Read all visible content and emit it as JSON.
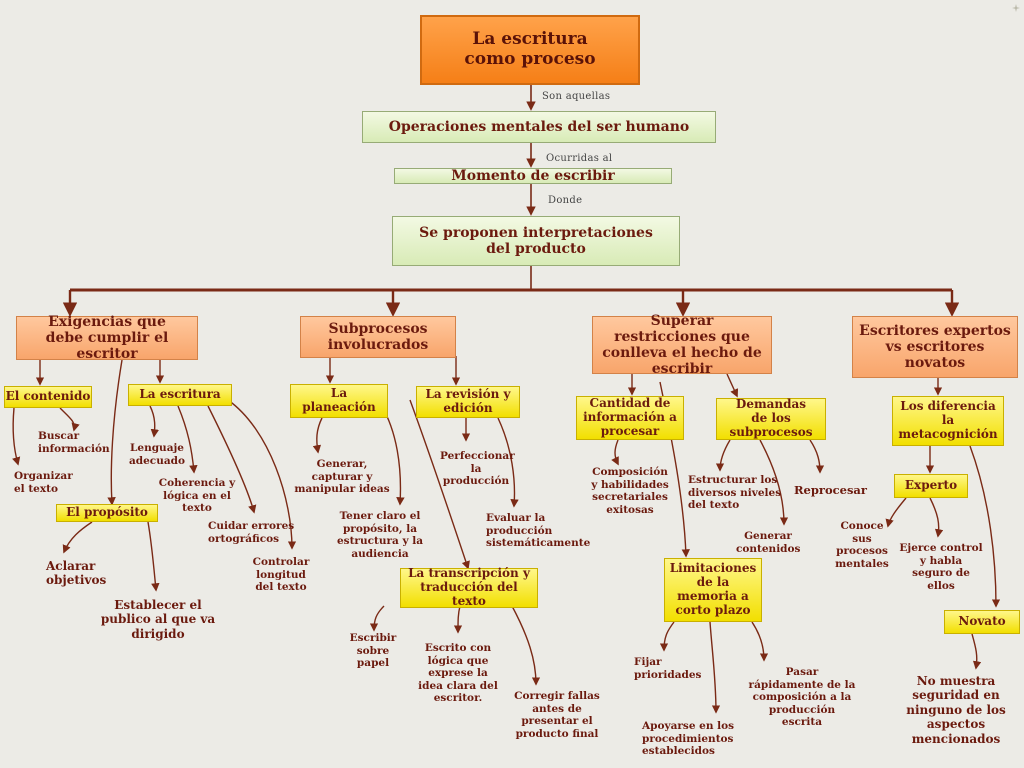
{
  "title": "La escritura como proceso",
  "labels": {
    "son": "Son aquellas",
    "ocurridas": "Ocurridas al",
    "donde": "Donde"
  },
  "chain": {
    "operaciones": "Operaciones mentales del ser humano",
    "momento": "Momento de escribir",
    "interpretaciones": "Se proponen interpretaciones del producto"
  },
  "branches": {
    "exigencias": "Exigencias que debe cumplir el escritor",
    "subprocesos": "Subprocesos involucrados",
    "superar": "Superar restricciones que conlleva el hecho de escribir",
    "expertos": "Escritores expertos vs escritores novatos"
  },
  "exigencias": {
    "contenido": "El contenido",
    "escritura": "La escritura",
    "proposito": "El propósito",
    "buscar": "Buscar información",
    "organizar": "Organizar el texto",
    "lenguaje": "Lenguaje adecuado",
    "coherencia": "Coherencia y lógica en el texto",
    "cuidar": "Cuidar errores ortográficos",
    "controlar": "Controlar longitud del texto",
    "aclarar": "Aclarar objetivos",
    "establecer": "Establecer el publico al que va dirigido"
  },
  "subprocesos": {
    "planeacion": "La planeación",
    "revision": "La revisión y edición",
    "transcripcion": "La transcripción y traducción del texto",
    "generar": "Generar, capturar y manipular ideas",
    "tener": "Tener claro el propósito, la estructura y la audiencia",
    "perfeccionar": "Perfeccionar la producción",
    "evaluar": "Evaluar la producción sistemáticamente",
    "escribir_papel": "Escribir sobre papel",
    "escrito_logica": "Escrito con lógica que exprese la idea clara del escritor.",
    "corregir": "Corregir fallas antes de presentar el producto final"
  },
  "superar": {
    "cantidad": "Cantidad de información a procesar",
    "demandas": "Demandas de los subprocesos",
    "limitaciones": "Limitaciones de la memoria a corto plazo",
    "composicion": "Composición y habilidades secretariales exitosas",
    "estructurar": "Estructurar los diversos niveles del texto",
    "reprocesar": "Reprocesar",
    "generar_cont": "Generar contenidos",
    "fijar": "Fijar prioridades",
    "apoyarse": "Apoyarse en los procedimientos establecidos",
    "pasar": "Pasar rápidamente de la composición a la producción escrita"
  },
  "expertos": {
    "diferencia": "Los diferencia la metacognición",
    "experto": "Experto",
    "novato": "Novato",
    "conoce": "Conoce sus procesos mentales",
    "ejerce": "Ejerce control y habla seguro de ellos",
    "no_muestra": "No muestra seguridad en ninguno de los aspectos mencionados"
  },
  "colors": {
    "line": "#7a2a16",
    "title": "#f57f17",
    "green": "#d8ebb6",
    "orange": "#f8a56b",
    "yellow": "#f2df00",
    "text": "#6b1a0e"
  }
}
